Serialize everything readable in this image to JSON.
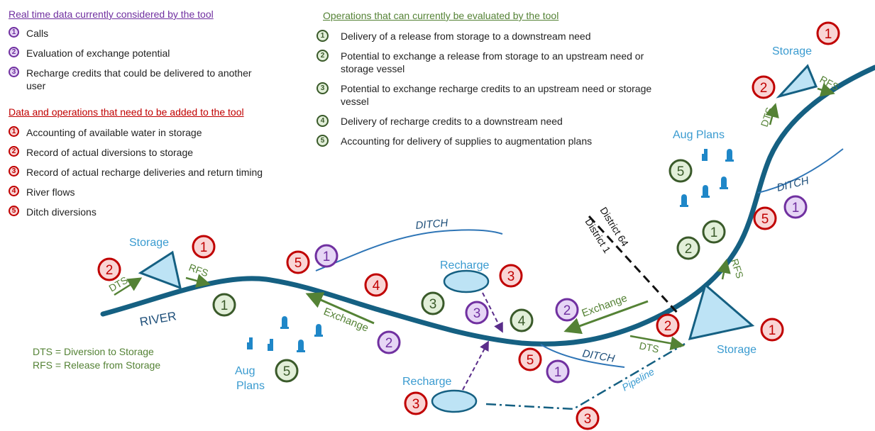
{
  "realtime": {
    "heading": "Real time data currently considered by the tool",
    "items": [
      {
        "n": "1",
        "text": "Calls"
      },
      {
        "n": "2",
        "text": "Evaluation of exchange potential"
      },
      {
        "n": "3",
        "text": "Recharge credits that could be delivered to another user"
      }
    ]
  },
  "todo": {
    "heading": "Data and operations that need to be added to the tool",
    "items": [
      {
        "n": "1",
        "text": "Accounting of available water in storage"
      },
      {
        "n": "2",
        "text": "Record of actual diversions to storage"
      },
      {
        "n": "3",
        "text": "Record of actual recharge deliveries and return timing"
      },
      {
        "n": "4",
        "text": "River flows"
      },
      {
        "n": "5",
        "text": "Ditch diversions"
      }
    ]
  },
  "ops": {
    "heading": "Operations that can currently be evaluated by the tool",
    "items": [
      {
        "n": "1",
        "text": "Delivery of a release from storage to a downstream need"
      },
      {
        "n": "2",
        "text": "Potential to exchange a release from storage to an upstream need or storage vessel"
      },
      {
        "n": "3",
        "text": "Potential to exchange recharge credits to an upstream need or storage vessel"
      },
      {
        "n": "4",
        "text": "Delivery of recharge credits to a downstream need"
      },
      {
        "n": "5",
        "text": "Accounting for delivery of supplies to augmentation plans"
      }
    ]
  },
  "legend": {
    "dts": "DTS = Diversion to Storage",
    "rfs": "RFS = Release from Storage"
  },
  "map": {
    "river": "RIVER",
    "ditch": "DITCH",
    "storage": "Storage",
    "recharge": "Recharge",
    "aug": "Aug",
    "plans": "Plans",
    "aug_plans": "Aug Plans",
    "dts": "DTS",
    "rfs": "RFS",
    "exchange": "Exchange",
    "pipeline": "Pipeline",
    "district64": "District 64",
    "district1": "District 1"
  },
  "colors": {
    "river": "#156082",
    "light_blue": "#3a9bd0",
    "arrow_green": "#548235",
    "purple": "#7030a0",
    "red": "#c00000",
    "dark_green": "#3a5a2a"
  }
}
